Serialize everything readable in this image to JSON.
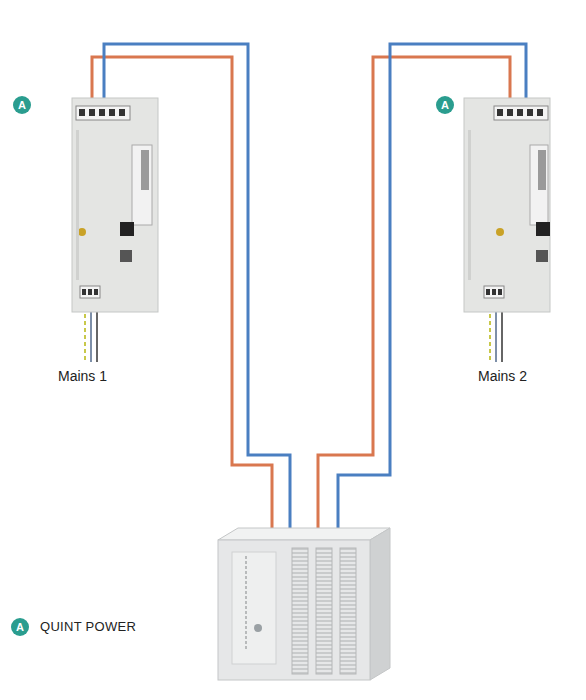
{
  "diagram": {
    "labels": [
      "A",
      "A",
      "A",
      "Mains 1",
      "Mains 2"
    ],
    "legend": [
      {
        "text": "QUINT POWER"
      }
    ]
  }
}
